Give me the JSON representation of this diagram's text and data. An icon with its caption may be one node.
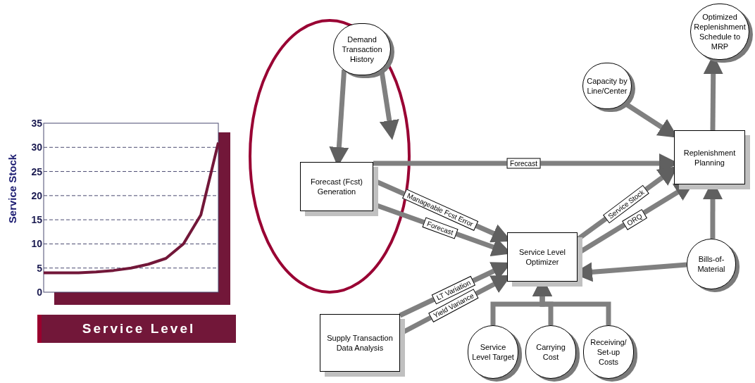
{
  "diagram": {
    "nodes": [
      {
        "text": [
          "Demand Transaction History"
        ]
      },
      {
        "text": [
          "Forecast (Fcst) Generation"
        ]
      },
      {
        "text": [
          "Supply Transaction Data Analysis"
        ]
      },
      {
        "text": [
          "Service Level Optimizer"
        ]
      },
      {
        "text": [
          "Replenishment Planning"
        ]
      },
      {
        "text": [
          "Capacity by Line/Center"
        ]
      },
      {
        "text": [
          "Optimized Replenishment Schedule to MRP"
        ]
      },
      {
        "text": [
          "Bills-of-Material"
        ]
      },
      {
        "text": [
          "Service Level Target"
        ]
      },
      {
        "text": [
          "Carrying Cost"
        ]
      },
      {
        "text": [
          "Receiving/ Set-up Costs"
        ]
      }
    ],
    "edges": [
      {
        "from": 0,
        "to": 1,
        "arrow": "to"
      },
      {
        "from": 0,
        "to": null,
        "arrow": "to"
      },
      {
        "from": 1,
        "to": 4,
        "arrow": "to",
        "label": "Forecast"
      },
      {
        "from": 1,
        "to": 3,
        "arrow": "to",
        "label": "Manageable Fcst Error"
      },
      {
        "from": 1,
        "to": 3,
        "arrow": "to",
        "label": "Forecast"
      },
      {
        "from": 2,
        "to": 3,
        "arrow": "to",
        "label": "LT Variation"
      },
      {
        "from": 2,
        "to": 3,
        "arrow": "to",
        "label": "Yield Variance"
      },
      {
        "from": 3,
        "to": 4,
        "arrow": "to",
        "label": "Service Stock"
      },
      {
        "from": 3,
        "to": 4,
        "arrow": "to",
        "label": "ORQ"
      },
      {
        "from": 7,
        "to": 3,
        "arrow": "to"
      },
      {
        "from": 5,
        "to": 4,
        "arrow": "to"
      },
      {
        "from": 4,
        "to": 6,
        "arrow": "to"
      },
      {
        "from": 7,
        "to": 4,
        "arrow": "to"
      },
      {
        "from": 8,
        "to": 3,
        "arrow": "to"
      },
      {
        "from": 9,
        "to": 3,
        "arrow": "to"
      },
      {
        "from": 10,
        "to": 3,
        "arrow": "to"
      }
    ],
    "chart_data": {
      "type": "line",
      "grid": true,
      "xlabel": "Service Level",
      "ylabel": "Service Stock",
      "ylim": [
        0,
        35
      ],
      "yticks": [
        0,
        5,
        10,
        15,
        20,
        25,
        30,
        35
      ],
      "series": [
        {
          "color": "#721739",
          "values": [
            4,
            4,
            4,
            4.2,
            4.5,
            5,
            5.8,
            7,
            10,
            16,
            31
          ]
        }
      ]
    }
  }
}
